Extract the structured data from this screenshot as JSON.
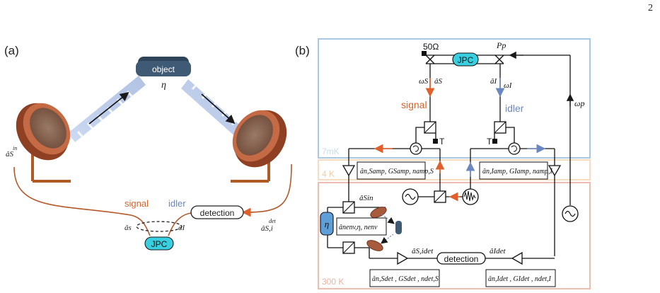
{
  "page_number": "2",
  "panel_a": {
    "label": "(a)",
    "object_label": "object",
    "eta": "η",
    "signal": "signal",
    "idler": "idler",
    "detection": "detection",
    "jpc": "JPC",
    "a_s_in": "âS",
    "a_s_in_sup": "in",
    "a_s": "âs",
    "a_i": "âI",
    "a_si_det": "âS,i",
    "a_si_det_sup": "det"
  },
  "panel_b": {
    "label": "(b)",
    "ohm": "50Ω",
    "jpc": "JPC",
    "pp": "Pp",
    "omega_s": "ωS",
    "a_s": "âS",
    "a_i": "âI",
    "omega_i": "ωI",
    "omega_p": "ωp",
    "signal": "signal",
    "idler": "idler",
    "t_left": "T",
    "t_right": "T",
    "stage_7mk": "7mK",
    "stage_4k": "4 K",
    "stage_300k": "300 K",
    "amp_s": "ân,Samp, GSamp, namp,S",
    "amp_i": "ân,Iamp, GIamp, namp,I",
    "a_s_in": "âSin",
    "env": "ânenv,η, nenv",
    "eta": "η",
    "a_si_det": "âS,idet",
    "a_i_det": "âIdet",
    "detection": "detection",
    "det_s": "ân,Sdet , GSdet , ndet,S",
    "det_i": "ân,Idet , GIdet , ndet,I"
  },
  "colors": {
    "signal": "#d9622b",
    "idler": "#6b87c0",
    "stage_7mk": "#a9c9e2",
    "stage_4k": "#f6dcc0",
    "stage_300k": "#eebcb0",
    "jpc": "#38cfe0",
    "object": "#3f5a74",
    "mirror": "#b5593a",
    "stand": "#b05a26",
    "eta_box": "#5d9fd6"
  }
}
